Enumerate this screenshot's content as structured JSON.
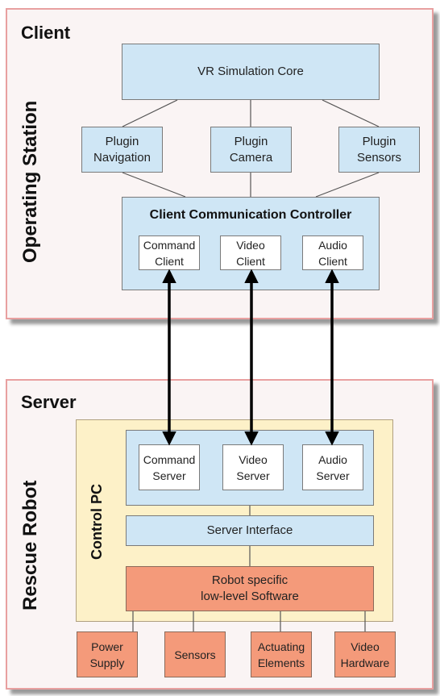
{
  "client": {
    "title": "Client",
    "side_label": "Operating Station",
    "core": "VR Simulation Core",
    "plugins": [
      "Plugin\nNavigation",
      "Plugin\nCamera",
      "Plugin\nSensors"
    ],
    "controller_title": "Client Communication Controller",
    "clients": [
      "Command\nClient",
      "Video\nClient",
      "Audio\nClient"
    ]
  },
  "server": {
    "title": "Server",
    "side_label": "Rescue Robot",
    "pc_label": "Control PC",
    "servers": [
      "Command\nServer",
      "Video\nServer",
      "Audio\nServer"
    ],
    "interface": "Server Interface",
    "software": "Robot specific\nlow-level Software",
    "hardware": [
      "Power\nSupply",
      "Sensors",
      "Actuating\nElements",
      "Video\nHardware"
    ]
  },
  "colors": {
    "panel_border": "#e8a0a0",
    "blue_box": "#cfe6f5",
    "yellow_box": "#fdf1c8",
    "orange_box": "#f49a7a"
  }
}
